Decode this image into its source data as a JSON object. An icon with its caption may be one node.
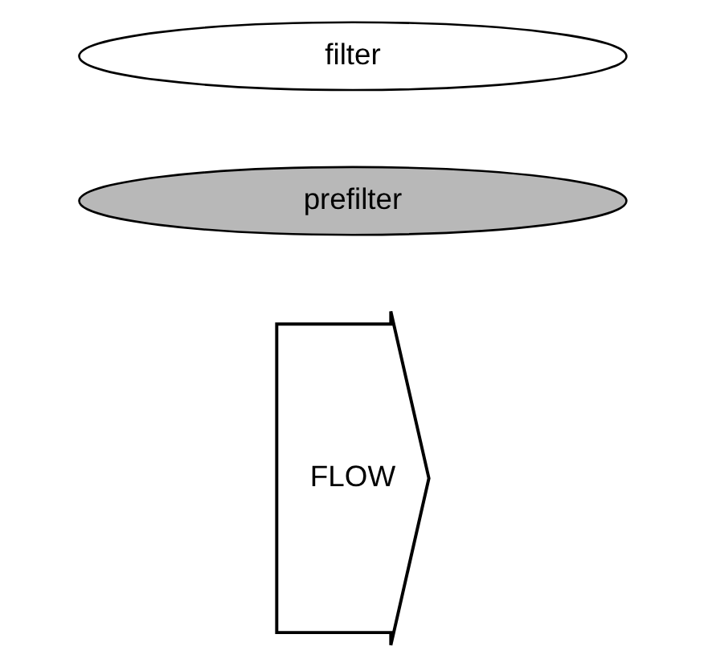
{
  "diagram": {
    "nodes": [
      {
        "text": [
          "filter"
        ]
      },
      {
        "text": [
          "prefilter"
        ]
      },
      {
        "text": [
          "FLOW"
        ]
      }
    ]
  }
}
